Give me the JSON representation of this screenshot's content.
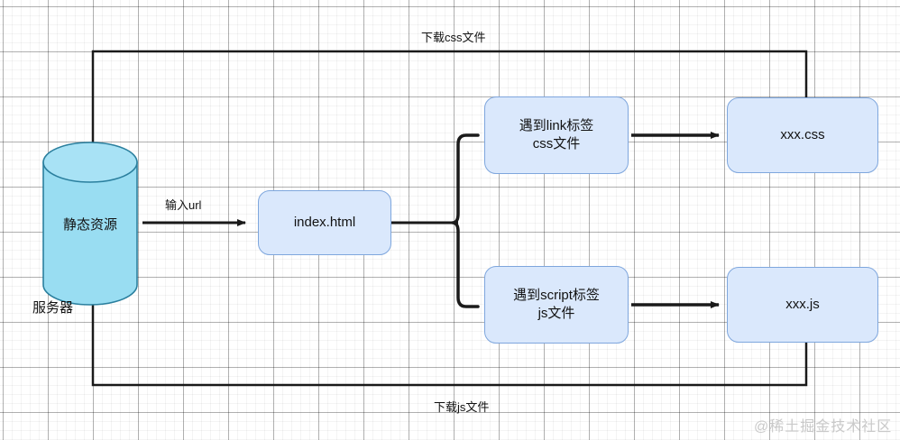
{
  "diagram": {
    "title": "browser static resource loading flow",
    "colors": {
      "node_fill": "#dae8fc",
      "node_stroke": "#7ea6dd",
      "cylinder_fill": "#99ddf2",
      "cylinder_stroke": "#2a7f9e",
      "edge": "#1a1a1a",
      "grid_minor": "#eeeeee",
      "grid_major": "#b8b8b8",
      "watermark": "#c9c9c9"
    },
    "nodes": [
      {
        "id": "server",
        "type": "cylinder",
        "label": "静态资源"
      },
      {
        "id": "index",
        "type": "rounded-rect",
        "label": "index.html"
      },
      {
        "id": "link_tag",
        "type": "rounded-rect",
        "label_line1": "遇到link标签",
        "label_line2": "css文件"
      },
      {
        "id": "script_tag",
        "type": "rounded-rect",
        "label_line1": "遇到script标签",
        "label_line2": "js文件"
      },
      {
        "id": "css_file",
        "type": "rounded-rect",
        "label": "xxx.css"
      },
      {
        "id": "js_file",
        "type": "rounded-rect",
        "label": "xxx.js"
      }
    ],
    "free_labels": {
      "server_caption": "服务器"
    },
    "edge_labels": {
      "input_url": "输入url",
      "download_css": "下载css文件",
      "download_js": "下载js文件"
    }
  },
  "watermark": {
    "text": "@稀土掘金技术社区"
  }
}
